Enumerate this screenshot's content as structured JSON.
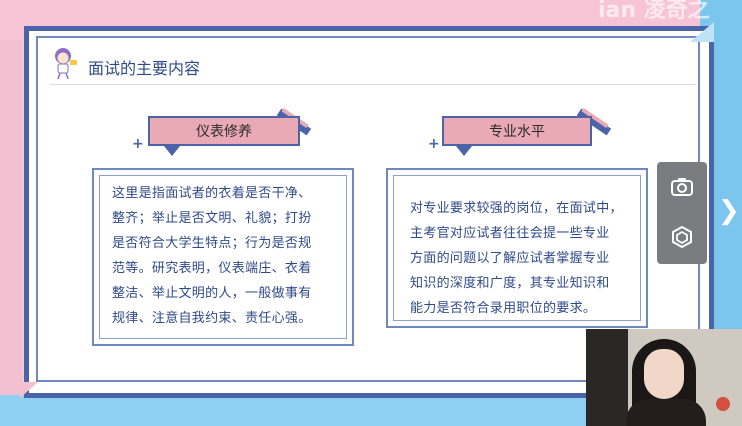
{
  "watermark": "ian 凌奇之",
  "slide": {
    "title": "面试的主要内容",
    "sections": [
      {
        "tag": "仪表修养",
        "lines": [
          "这里是指面试者的衣着是否干净、",
          "整齐；举止是否文明、礼貌；打扮",
          "是否符合大学生特点；行为是否规",
          "范等。研究表明，仪表端庄、衣着",
          "整洁、举止文明的人，一般做事有",
          "规律、注意自我约束、责任心强。"
        ]
      },
      {
        "tag": "专业水平",
        "lines": [
          "对专业要求较强的岗位，在面试中，",
          "主考官对应试者往往会提一些专业",
          "方面的问题以了解应试者掌握专业",
          "知识的深度和广度，其专业知识和",
          "能力是否符合录用职位的要求。"
        ]
      }
    ]
  },
  "controls": {
    "icons": [
      "camera-icon",
      "layers-icon",
      "chevron-right-icon"
    ]
  },
  "colors": {
    "frame": "#4b63a8",
    "tag": "#e9a9b5",
    "text": "#2f4a8a"
  }
}
